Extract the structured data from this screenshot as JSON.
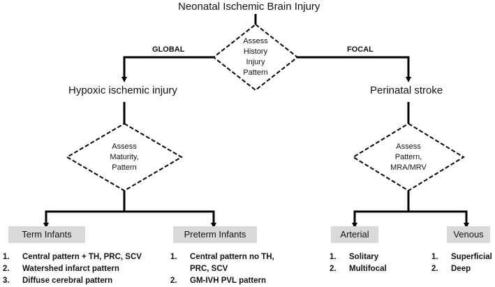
{
  "title": "Neonatal Ischemic Brain Injury",
  "branches": {
    "left": "GLOBAL",
    "right": "FOCAL"
  },
  "top_decision": [
    "Assess",
    "History",
    "Injury",
    "Pattern"
  ],
  "left_node": "Hypoxic ischemic injury",
  "right_node": "Perinatal stroke",
  "left_decision": [
    "Assess",
    "Maturity,",
    "Pattern"
  ],
  "right_decision": [
    "Assess",
    "Pattern,",
    "MRA/MRV"
  ],
  "categories": {
    "term": {
      "label": "Term Infants",
      "items": [
        {
          "num": "1.",
          "text": "Central pattern + TH, PRC, SCV"
        },
        {
          "num": "2.",
          "text": "Watershed infarct pattern"
        },
        {
          "num": "3.",
          "text": "Diffuse cerebral pattern"
        }
      ]
    },
    "preterm": {
      "label": "Preterm Infants",
      "items": [
        {
          "num": "1.",
          "text": "Central pattern no TH,"
        },
        {
          "num": "",
          "text": "PRC, SCV"
        },
        {
          "num": "2.",
          "text": "GM-IVH PVL pattern"
        }
      ]
    },
    "arterial": {
      "label": "Arterial",
      "items": [
        {
          "num": "1.",
          "text": "Solitary"
        },
        {
          "num": "2.",
          "text": "Multifocal"
        }
      ]
    },
    "venous": {
      "label": "Venous",
      "items": [
        {
          "num": "1.",
          "text": "Superficial"
        },
        {
          "num": "2.",
          "text": "Deep"
        }
      ]
    }
  }
}
